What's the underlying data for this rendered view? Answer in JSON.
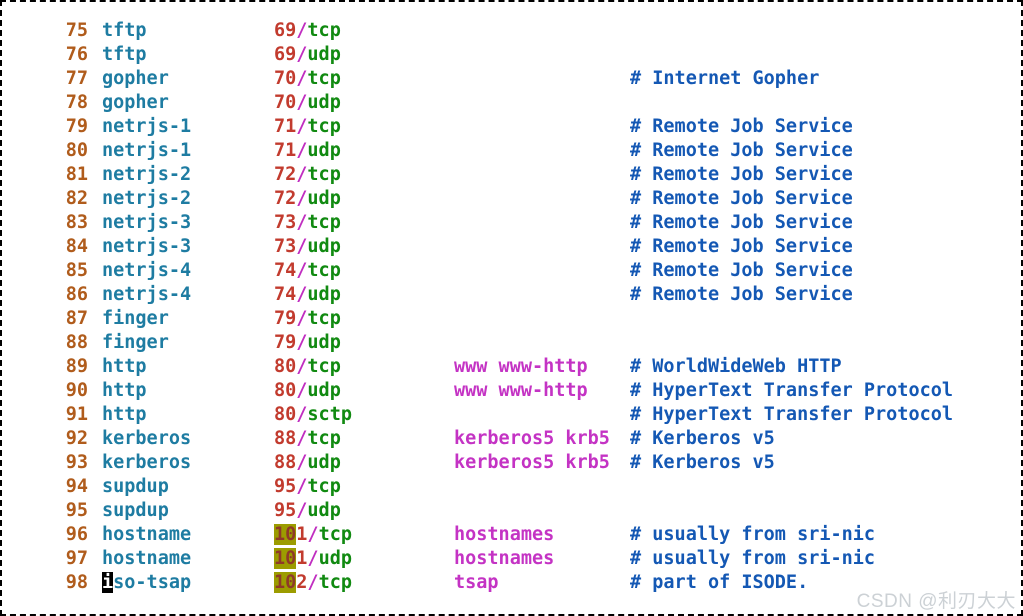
{
  "watermark": {
    "text": "CSDN @利刃大大"
  },
  "colors": {
    "line_number": "#b05c1c",
    "service_name": "#1e7ca2",
    "port_number": "#c23b2e",
    "port_separator": "#c02ec0",
    "protocol": "#118a11",
    "alias": "#c433c4",
    "comment": "#1458b4",
    "search_highlight_bg": "#9c9c00",
    "search_highlight_fg": "#8f3a28",
    "cursor_bg": "#000000",
    "cursor_fg": "#ffffff",
    "border": "#000000",
    "background": "#ffffff"
  },
  "file_view": {
    "lines": [
      {
        "num": "75",
        "service": "tftp",
        "port": "69",
        "proto": "tcp",
        "alias": "",
        "comment": ""
      },
      {
        "num": "76",
        "service": "tftp",
        "port": "69",
        "proto": "udp",
        "alias": "",
        "comment": ""
      },
      {
        "num": "77",
        "service": "gopher",
        "port": "70",
        "proto": "tcp",
        "alias": "",
        "comment": "# Internet Gopher"
      },
      {
        "num": "78",
        "service": "gopher",
        "port": "70",
        "proto": "udp",
        "alias": "",
        "comment": ""
      },
      {
        "num": "79",
        "service": "netrjs-1",
        "port": "71",
        "proto": "tcp",
        "alias": "",
        "comment": "# Remote Job Service"
      },
      {
        "num": "80",
        "service": "netrjs-1",
        "port": "71",
        "proto": "udp",
        "alias": "",
        "comment": "# Remote Job Service"
      },
      {
        "num": "81",
        "service": "netrjs-2",
        "port": "72",
        "proto": "tcp",
        "alias": "",
        "comment": "# Remote Job Service"
      },
      {
        "num": "82",
        "service": "netrjs-2",
        "port": "72",
        "proto": "udp",
        "alias": "",
        "comment": "# Remote Job Service"
      },
      {
        "num": "83",
        "service": "netrjs-3",
        "port": "73",
        "proto": "tcp",
        "alias": "",
        "comment": "# Remote Job Service"
      },
      {
        "num": "84",
        "service": "netrjs-3",
        "port": "73",
        "proto": "udp",
        "alias": "",
        "comment": "# Remote Job Service"
      },
      {
        "num": "85",
        "service": "netrjs-4",
        "port": "74",
        "proto": "tcp",
        "alias": "",
        "comment": "# Remote Job Service"
      },
      {
        "num": "86",
        "service": "netrjs-4",
        "port": "74",
        "proto": "udp",
        "alias": "",
        "comment": "# Remote Job Service"
      },
      {
        "num": "87",
        "service": "finger",
        "port": "79",
        "proto": "tcp",
        "alias": "",
        "comment": ""
      },
      {
        "num": "88",
        "service": "finger",
        "port": "79",
        "proto": "udp",
        "alias": "",
        "comment": ""
      },
      {
        "num": "89",
        "service": "http",
        "port": "80",
        "proto": "tcp",
        "alias": "www www-http",
        "comment": "# WorldWideWeb HTTP"
      },
      {
        "num": "90",
        "service": "http",
        "port": "80",
        "proto": "udp",
        "alias": "www www-http",
        "comment": "# HyperText Transfer Protocol"
      },
      {
        "num": "91",
        "service": "http",
        "port": "80",
        "proto": "sctp",
        "alias": "",
        "comment": "# HyperText Transfer Protocol"
      },
      {
        "num": "92",
        "service": "kerberos",
        "port": "88",
        "proto": "tcp",
        "alias": "kerberos5 krb5",
        "comment": "# Kerberos v5"
      },
      {
        "num": "93",
        "service": "kerberos",
        "port": "88",
        "proto": "udp",
        "alias": "kerberos5 krb5",
        "comment": "# Kerberos v5"
      },
      {
        "num": "94",
        "service": "supdup",
        "port": "95",
        "proto": "tcp",
        "alias": "",
        "comment": ""
      },
      {
        "num": "95",
        "service": "supdup",
        "port": "95",
        "proto": "udp",
        "alias": "",
        "comment": ""
      },
      {
        "num": "96",
        "service": "hostname",
        "port": "101",
        "proto": "tcp",
        "alias": "hostnames",
        "comment": "# usually from sri-nic",
        "hl_len": 2
      },
      {
        "num": "97",
        "service": "hostname",
        "port": "101",
        "proto": "udp",
        "alias": "hostnames",
        "comment": "# usually from sri-nic",
        "hl_len": 2
      },
      {
        "num": "98",
        "service": "iso-tsap",
        "port": "102",
        "proto": "tcp",
        "alias": "tsap",
        "comment": "# part of ISODE.",
        "hl_len": 2,
        "cursor": true
      }
    ]
  }
}
